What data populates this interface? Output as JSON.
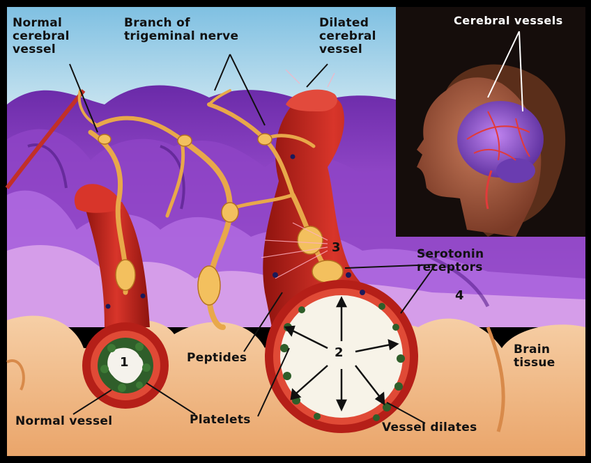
{
  "labels": {
    "normal_cerebral_vessel": "Normal\ncerebral\nvessel",
    "branch_trigeminal": "Branch of\ntrigeminal nerve",
    "dilated_cerebral_vessel": "Dilated\ncerebral\nvessel",
    "cerebral_vessels": "Cerebral vessels",
    "serotonin_receptors": "Serotonin\nreceptors",
    "peptides": "Peptides",
    "brain_tissue": "Brain\ntissue",
    "normal_vessel": "Normal vessel",
    "platelets": "Platelets",
    "vessel_dilates": "Vessel dilates"
  },
  "numbers": {
    "one": "1",
    "two": "2",
    "three": "3",
    "four": "4"
  },
  "colors": {
    "sky": "#a9d4ea",
    "tissue_purple": "#8a3fc0",
    "tissue_light": "#d28ee6",
    "vessel_red": "#c8231a",
    "nerve_gold": "#e8a84a",
    "floor_peach": "#f4c28e",
    "platelet_green": "#2f5e2a"
  }
}
